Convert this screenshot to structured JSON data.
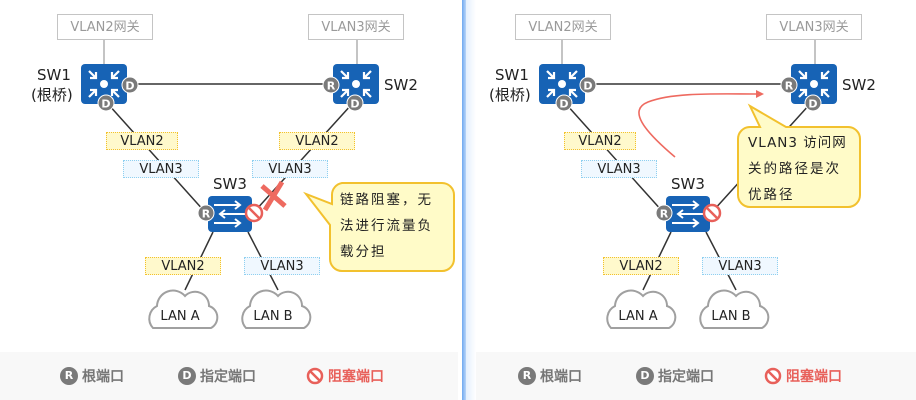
{
  "colors": {
    "switch_blue": "#1763b5",
    "port_gray": "#7a7a7a",
    "blocked_red": "#e8605a",
    "vlan2_fill": "#fff9cc",
    "vlan2_border": "#f2c12e",
    "vlan3_fill": "#f0f8ff",
    "vlan3_border": "#8fd0f0",
    "bubble_fill": "#fffbc8",
    "bubble_border": "#f2c12e",
    "divider": "#6fa8f0"
  },
  "panels": [
    {
      "id": "left",
      "gateways": [
        "VLAN2网关",
        "VLAN3网关"
      ],
      "switches": {
        "sw1": {
          "name": "SW1",
          "sub": "(根桥)"
        },
        "sw2": {
          "name": "SW2"
        },
        "sw3": {
          "name": "SW3"
        }
      },
      "ports": {
        "sw1_right": "D",
        "sw1_bottom": "D",
        "sw2_left": "R",
        "sw2_bottom": "D",
        "sw3_left": "R"
      },
      "upper_tags": {
        "left": [
          "VLAN2",
          "VLAN3"
        ],
        "right": [
          "VLAN2",
          "VLAN3"
        ]
      },
      "lower_tags": [
        "VLAN2",
        "VLAN3"
      ],
      "lans": [
        "LAN A",
        "LAN B"
      ],
      "callout": [
        "链路阻塞，无",
        "法进行流量负",
        "载分担"
      ],
      "link_blocked_mark": "x-mark"
    },
    {
      "id": "right",
      "gateways": [
        "VLAN2网关",
        "VLAN3网关"
      ],
      "switches": {
        "sw1": {
          "name": "SW1",
          "sub": "(根桥)"
        },
        "sw2": {
          "name": "SW2"
        },
        "sw3": {
          "name": "SW3"
        }
      },
      "ports": {
        "sw1_right": "D",
        "sw1_bottom": "D",
        "sw2_left": "R",
        "sw2_bottom": "D",
        "sw3_left": "R"
      },
      "upper_tags": {
        "left": [
          "VLAN2",
          "VLAN3"
        ]
      },
      "lower_tags": [
        "VLAN2",
        "VLAN3"
      ],
      "lans": [
        "LAN A",
        "LAN B"
      ],
      "callout": [
        "VLAN3 访问网",
        "关的路径是次",
        "优路径"
      ],
      "path_arrow": "suboptimal-path-arrow"
    }
  ],
  "legend": [
    {
      "icon": "R",
      "label": "根端口"
    },
    {
      "icon": "D",
      "label": "指定端口"
    },
    {
      "icon": "blocked",
      "label": "阻塞端口"
    }
  ]
}
